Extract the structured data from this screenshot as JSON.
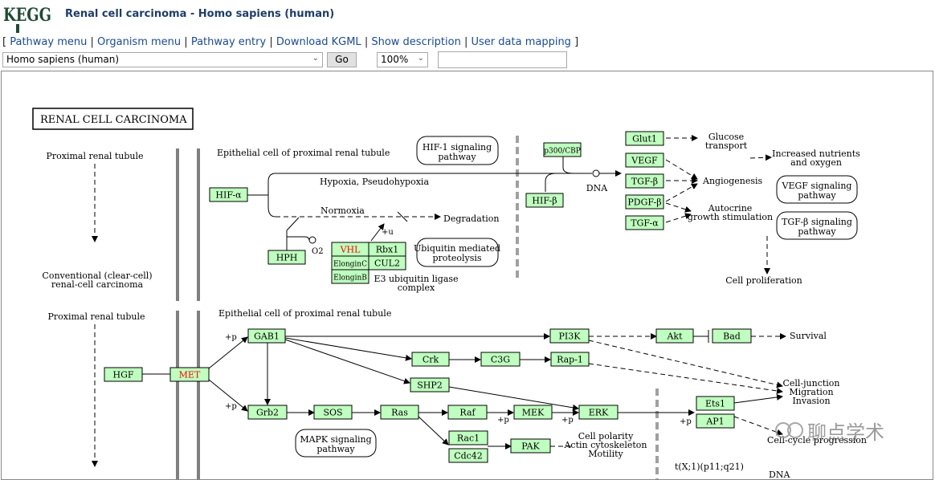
{
  "header": {
    "logo_text": "KEGG",
    "title": "Renal cell carcinoma - Homo sapiens (human)"
  },
  "menu": {
    "open": "[",
    "close": "]",
    "separator": "|",
    "items": [
      "Pathway menu",
      "Organism menu",
      "Pathway entry",
      "Download KGML",
      "Show description",
      "User data mapping"
    ]
  },
  "controls": {
    "organism": "Homo sapiens (human)",
    "go": "Go",
    "zoom": "100%",
    "search_value": ""
  },
  "colors": {
    "gene_fill": "#bfffbf",
    "mutated_text": "#ff0000",
    "title_text": "#1e3d6b",
    "link_text": "#1a4a9c"
  },
  "diagram": {
    "title": "RENAL CELL CARCINOMA",
    "labels": {
      "proximal1": "Proximal renal tubule",
      "epithelial1": "Epithelial cell of proximal renal tubule",
      "conventional_l1": "Conventional (clear-cell)",
      "conventional_l2": "renal-cell carcinoma",
      "proximal2": "Proximal renal tubule",
      "epithelial2": "Epithelial cell of proximal renal tubule",
      "hypoxia": "Hypoxia, Pseudohypoxia",
      "normoxia": "Normoxia",
      "degradation": "Degradation",
      "o2": "O2",
      "plus_u": "+u",
      "e3_l1": "E3 ubiquitin ligase",
      "e3_l2": "complex",
      "dna1": "DNA",
      "glucose_l1": "Glucose",
      "glucose_l2": "transport",
      "nutrients_l1": "Increased nutrients",
      "nutrients_l2": "and oxygen",
      "angiogenesis": "Angiogenesis",
      "autocrine_l1": "Autocrine",
      "autocrine_l2": "growth stimulation",
      "cell_prolif": "Cell proliferation",
      "survival": "Survival",
      "junction_l1": "Cell-junction",
      "junction_l2": "Migration",
      "junction_l3": "Invasion",
      "polarity_l1": "Cell polarity",
      "polarity_l2": "Actin cytoskeleton",
      "polarity_l3": "Motility",
      "cellcycle": "Cell-cycle progression",
      "translocation": "t(X;1)(p11;q21)",
      "dna2": "DNA",
      "plus_p": "+p"
    },
    "pathways": {
      "hif1_l1": "HIF-1 signaling",
      "hif1_l2": "pathway",
      "ubiq_l1": "Ubiquitin mediated",
      "ubiq_l2": "proteolysis",
      "vegf_l1": "VEGF signaling",
      "vegf_l2": "pathway",
      "tgfb_l1": "TGF-β signaling",
      "tgfb_l2": "pathway",
      "mapk_l1": "MAPK signaling",
      "mapk_l2": "pathway"
    },
    "genes": {
      "hifa": "HIF-α",
      "hph": "HPH",
      "vhl": "VHL",
      "rbx1": "Rbx1",
      "elonginc": "ElonginC",
      "cul2": "CUL2",
      "elonginb": "ElonginB",
      "p300": "p300/CBP",
      "hifb": "HIF-β",
      "glut1": "Glut1",
      "vegf": "VEGF",
      "tgfb": "TGF-β",
      "pdgfb": "PDGF-β",
      "tgfa": "TGF-α",
      "hgf": "HGF",
      "met": "MET",
      "gab1": "GAB1",
      "grb2": "Grb2",
      "sos": "SOS",
      "ras": "Ras",
      "raf": "Raf",
      "mek": "MEK",
      "erk": "ERK",
      "crk": "Crk",
      "c3g": "C3G",
      "rap1": "Rap-1",
      "shp2": "SHP2",
      "pi3k": "PI3K",
      "akt": "Akt",
      "bad": "Bad",
      "rac1": "Rac1",
      "cdc42": "Cdc42",
      "pak": "PAK",
      "ets1": "Ets1",
      "ap1": "AP1"
    }
  },
  "watermark": "聊点学术"
}
